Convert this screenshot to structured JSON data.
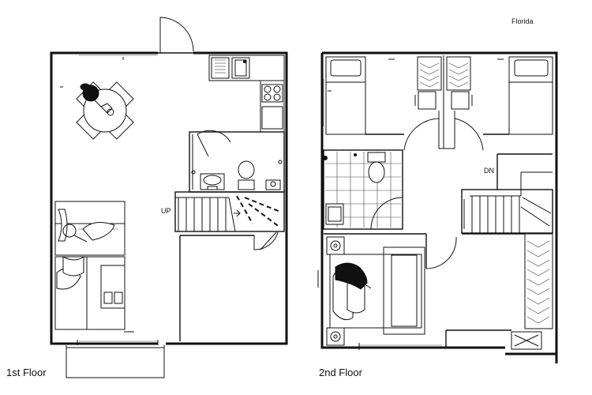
{
  "labels": {
    "location": "Florida",
    "floor1": "1st Floor",
    "floor2": "2nd Floor",
    "stairs_up": "UP",
    "stairs_down": "DN"
  }
}
